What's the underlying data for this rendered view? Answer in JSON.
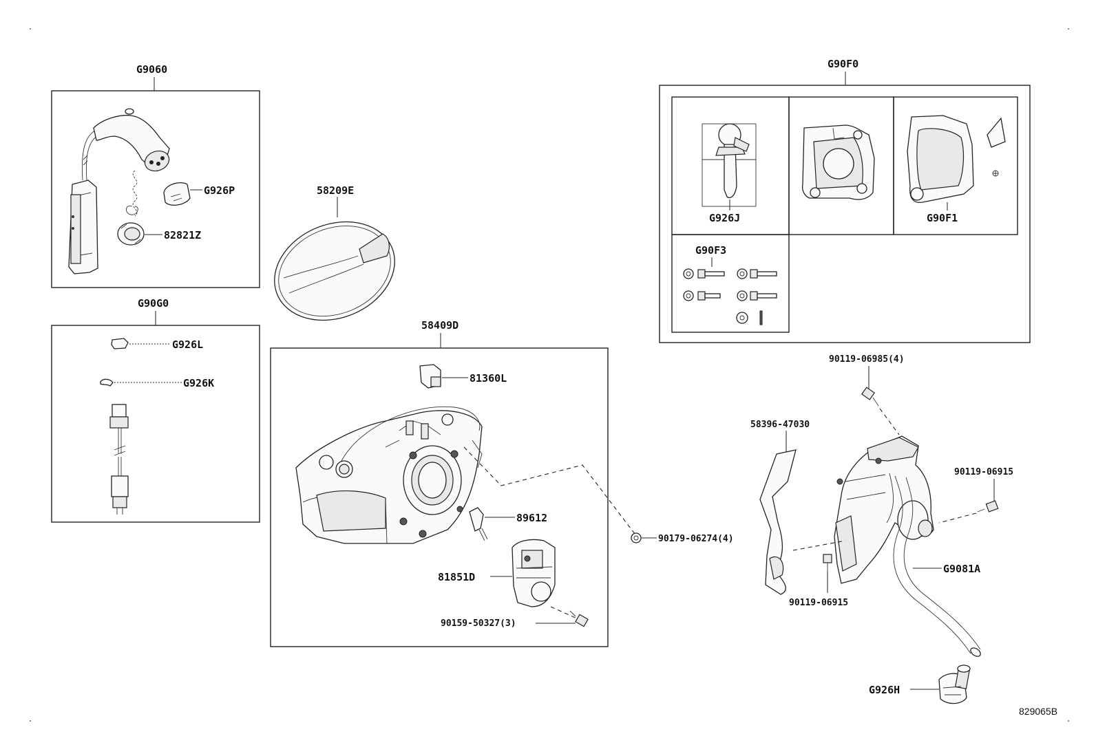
{
  "groups": {
    "g9060": "G9060",
    "g90g0": "G90G0",
    "g58409d": "58409D",
    "g90f0": "G90F0"
  },
  "parts": {
    "p_g926p": "G926P",
    "p_82821z": "82821Z",
    "p_58209e": "58209E",
    "p_g926l": "G926L",
    "p_g926k": "G926K",
    "p_81360l": "81360L",
    "p_89612": "89612",
    "p_81851d": "81851D",
    "p_90159": "90159-50327(3)",
    "p_90179": "90179-06274(4)",
    "p_g926j": "G926J",
    "p_g90f1": "G90F1",
    "p_g90f3": "G90F3",
    "p_90119_06985": "90119-06985(4)",
    "p_58396": "58396-47030",
    "p_90119_06915a": "90119-06915",
    "p_90119_06915b": "90119-06915",
    "p_g9081a": "G9081A",
    "p_g926h": "G926H"
  },
  "reference": "829065B"
}
